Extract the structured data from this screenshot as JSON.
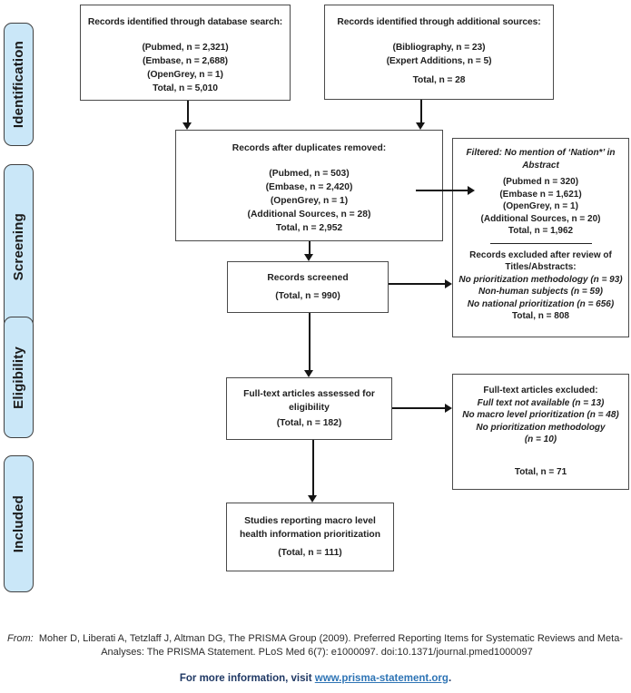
{
  "diagram": {
    "stages": [
      {
        "label": "Identification"
      },
      {
        "label": "Screening"
      },
      {
        "label": "Eligibility"
      },
      {
        "label": "Included"
      }
    ],
    "boxes": {
      "identified_db": {
        "title": "Records identified through database search:",
        "lines": [
          "(Pubmed, n = 2,321)",
          "(Embase, n = 2,688)",
          "(OpenGrey, n = 1)"
        ],
        "total": "Total, n = 5,010"
      },
      "identified_additional": {
        "title": "Records identified through additional sources:",
        "lines": [
          "(Bibliography, n = 23)",
          "(Expert Additions, n = 5)"
        ],
        "total": "Total, n = 28"
      },
      "duplicates_removed": {
        "title": "Records after duplicates removed:",
        "lines": [
          "(Pubmed, n = 503)",
          "(Embase, n = 2,420)",
          "(OpenGrey, n = 1)",
          "(Additional Sources, n = 28)"
        ],
        "total": "Total, n = 2,952"
      },
      "filtered": {
        "title_line1": "Filtered: No mention of ‘Nation*’ in",
        "title_line2": "Abstract",
        "lines": [
          "(Pubmed n = 320)",
          "(Embase n = 1,621)",
          "(OpenGrey, n = 1)",
          "(Additional Sources, n = 20)"
        ],
        "total": "Total, n = 1,962",
        "excluded_title_line1": "Records excluded after review of",
        "excluded_title_line2": "Titles/Abstracts:",
        "reasons": [
          "No prioritization methodology (n = 93)",
          "Non-human subjects (n = 59)",
          "No national prioritization (n = 656)"
        ],
        "excluded_total": "Total, n = 808"
      },
      "screened": {
        "title": "Records screened",
        "total": "(Total, n = 990)"
      },
      "fulltext": {
        "title_line1": "Full-text articles assessed for",
        "title_line2": "eligibility",
        "total": "(Total, n = 182)"
      },
      "fulltext_excluded": {
        "title": "Full-text articles excluded:",
        "reasons": [
          "Full text not available (n = 13)",
          "No macro level prioritization (n = 48)",
          "No prioritization methodology",
          "(n = 10)"
        ],
        "total": "Total, n = 71"
      },
      "included": {
        "title_line1": "Studies reporting macro level",
        "title_line2": "health information prioritization",
        "total": "(Total, n = 111)"
      }
    }
  },
  "footer": {
    "from_label": "From:",
    "citation_line1": "Moher D, Liberati A, Tetzlaff J, Altman DG, The PRISMA Group (2009). Preferred Reporting Items for Systematic Reviews and Meta-",
    "citation_line2": "Analyses: The PRISMA Statement. PLoS Med 6(7): e1000097. doi:10.1371/journal.pmed1000097",
    "info_prefix": "For more information, visit",
    "info_link": "www.prisma-statement.org",
    "info_suffix": "."
  },
  "colors": {
    "stage_fill": "#cae7f8",
    "stage_border": "#404040",
    "box_border": "#4a4a4a",
    "arrow": "#151515",
    "link": "#2e74b5",
    "info_text": "#1f3864"
  }
}
